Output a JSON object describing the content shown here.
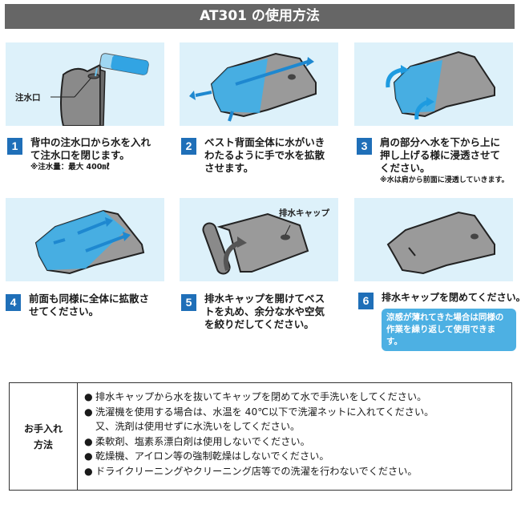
{
  "header": {
    "title": "AT301 の使用方法"
  },
  "panels": {
    "p1": {
      "callout": "注水口"
    },
    "p5": {
      "callout": "排水キャップ"
    }
  },
  "steps": [
    {
      "num": "1",
      "text": "背中の注水口から水を入れ\nて注水口を閉じます。",
      "note": "※注水量：最大 400㎖"
    },
    {
      "num": "2",
      "text": "ベスト背面全体に水がいき\nわたるように手で水を拡散\nさせます。"
    },
    {
      "num": "3",
      "text": "肩の部分へ水を下から上に\n押し上げる様に浸透させて\nください。",
      "note": "※水は肩から前面に浸透していきます。"
    },
    {
      "num": "4",
      "text": "前面も同様に全体に拡散さ\nせてください。"
    },
    {
      "num": "5",
      "text": "排水キャップを開けてベス\nトを丸め、余分な水や空気\nを絞りだしてください。"
    },
    {
      "num": "6",
      "text": "排水キャップを閉めてください。",
      "bubble": "涼感が薄れてきた場合は同様の\n作業を繰り返して使用できます。"
    }
  ],
  "care": {
    "label": "お手入れ\n方法",
    "items": [
      "排水キャップから水を抜いてキャップを閉めて水で手洗いをしてください。",
      "洗濯機を使用する場合は、水温を 40℃以下で洗濯ネットに入れてください。",
      "柔軟剤、塩素系漂白剤は使用しないでください。",
      "乾燥機、アイロン等の強制乾燥はしないでください。",
      "ドライクリーニングやクリーニング店等での洗濯を行わないでください。"
    ],
    "item2_cont": "又、洗剤は使用せずに水洗いをしてください。",
    "bullet": "●"
  },
  "colors": {
    "header_bg": "#666666",
    "step_badge": "#1f6fb8",
    "panel_bg": "#ddf1fa",
    "bubble": "#4db0e3",
    "water": "#1e9be0"
  }
}
